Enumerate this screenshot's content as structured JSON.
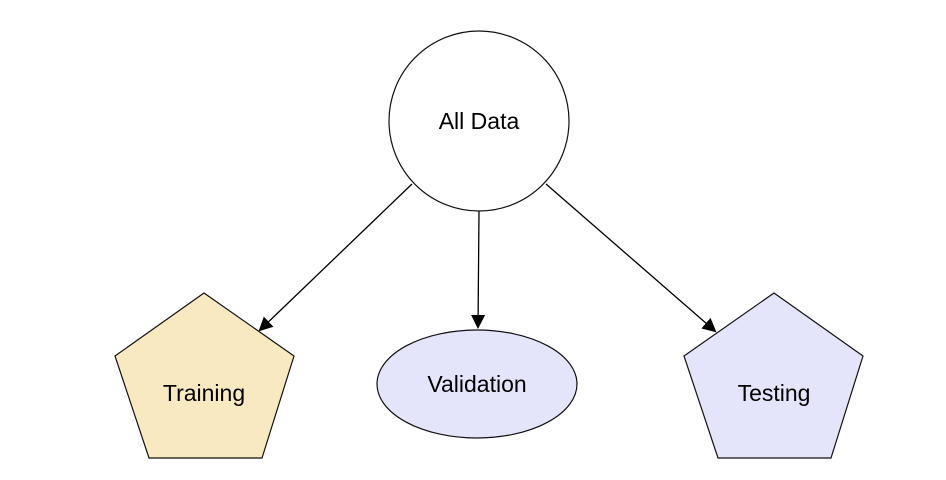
{
  "nodes": {
    "all_data": {
      "label": "All Data",
      "fill": "#ffffff"
    },
    "training": {
      "label": "Training",
      "fill": "#f8e9c0"
    },
    "validation": {
      "label": "Validation",
      "fill": "#e4e4fb"
    },
    "testing": {
      "label": "Testing",
      "fill": "#e4e4fb"
    }
  },
  "edges": [
    {
      "from": "All Data",
      "to": "Training"
    },
    {
      "from": "All Data",
      "to": "Validation"
    },
    {
      "from": "All Data",
      "to": "Testing"
    }
  ]
}
